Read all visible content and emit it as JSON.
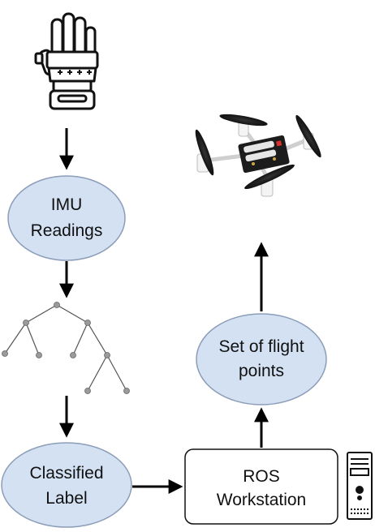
{
  "diagram": {
    "nodes": {
      "imu": {
        "line1": "IMU",
        "line2": "Readings"
      },
      "classified": {
        "line1": "Classified",
        "line2": "Label"
      },
      "ros": {
        "line1": "ROS",
        "line2": "Workstation"
      },
      "flight": {
        "line1": "Set of flight",
        "line2": "points"
      }
    },
    "icons": [
      "glove-icon",
      "decision-tree-icon",
      "drone-icon",
      "computer-tower-icon"
    ]
  },
  "colors": {
    "ellipse_fill": "#d3e1f3",
    "ellipse_stroke": "#8c9db8",
    "arrow": "#000000",
    "tree_node": "#9a9a9a"
  }
}
